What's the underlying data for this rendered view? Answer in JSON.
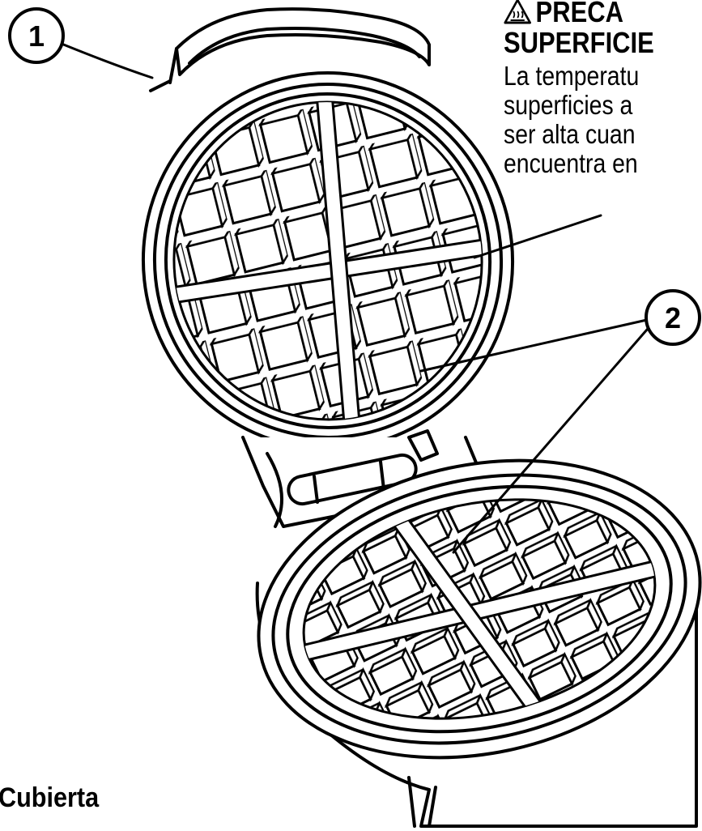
{
  "callouts": {
    "one": "1",
    "two": "2"
  },
  "warning": {
    "icon": "hot-surface-warning-icon",
    "heading_line1": "PRECA",
    "heading_line2": "SUPERFICIE",
    "body_lines": [
      "La temperatu",
      "superficies a",
      "ser alta cuan",
      "encuentra en"
    ]
  },
  "caption": {
    "text": "Cubierta"
  },
  "colors": {
    "line": "#000000",
    "background": "#ffffff"
  }
}
